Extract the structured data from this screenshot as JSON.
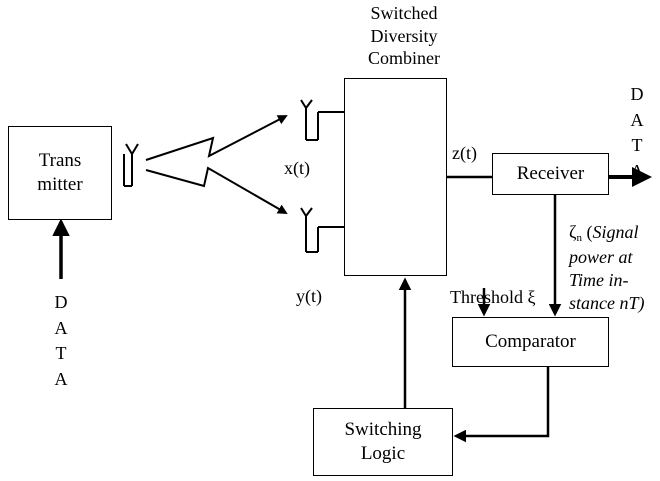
{
  "transmitter": {
    "label_line1": "Trans",
    "label_line2": "mitter"
  },
  "combiner": {
    "title_line1": "Switched",
    "title_line2": "Diversity",
    "title_line3": "Combiner"
  },
  "receiver": {
    "label": "Receiver"
  },
  "comparator": {
    "label": "Comparator"
  },
  "switching_logic": {
    "label_line1": "Switching",
    "label_line2": "Logic"
  },
  "signals": {
    "x": "x(t)",
    "y": "y(t)",
    "z": "z(t)"
  },
  "data_input_letters": [
    "D",
    "A",
    "T",
    "A"
  ],
  "data_output_letters": [
    "D",
    "A",
    "T",
    "A"
  ],
  "threshold": {
    "label": "Threshold ξ"
  },
  "signal_power": {
    "symbol": "ζ",
    "subscript": "n",
    "open_paren": "(",
    "italic_line1": "Signal",
    "italic_line2": "power at",
    "italic_line3": "Time in-",
    "italic_line4": "stance nT)"
  }
}
